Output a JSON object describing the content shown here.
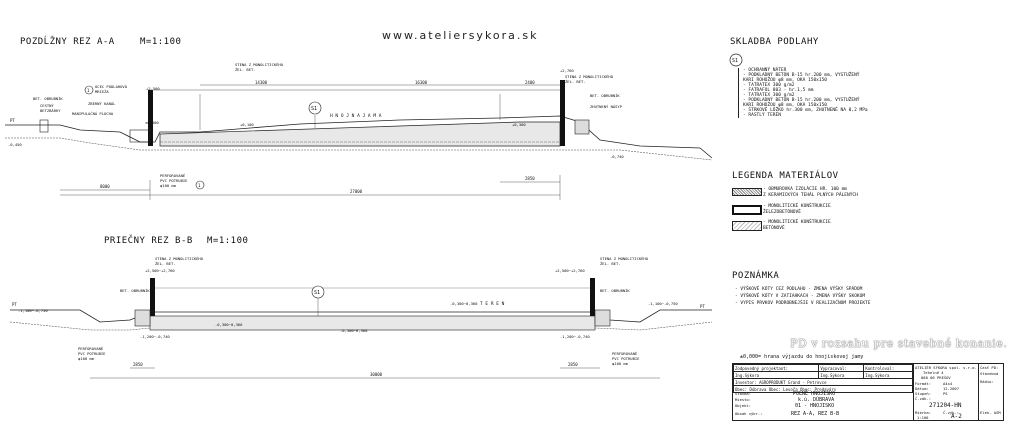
{
  "header": {
    "url": "www.ateliersykora.sk"
  },
  "section_aa": {
    "title": "POZDĹŽNY REZ A-A",
    "scale": "M=1:100",
    "pit_label": "H N O J N A   J A M A",
    "marker": "S1",
    "labels": {
      "wall_note_1": "STENA Z MONOLITICKÉHO",
      "wall_note_2": "ŽEL. BET.",
      "wall_note_r1": "STENA Z MONOLITICKÉHO",
      "wall_note_r2": "ŽEL. BET.",
      "obrubnik": "BET. OBRUBNÍK",
      "cesty": "CESTNÝ",
      "betzbarky": "BETZBÁRKY",
      "ocel_kanal": "OCEĽ PODLAHOVÁ",
      "mriezka": "MRIEŽA",
      "zberny": "ZBERNÝ KANÁL",
      "manip": "MANIPULAČNÁ PLOCHA",
      "perforovane": "PERFOROVANÉ",
      "pvc": "PVC POTRUBIE",
      "phi": "φ100 mm",
      "obrubnik_r": "BET. OBRUBNÍK",
      "zhutneny": "ZHUTNENÝ NÁSYP",
      "dim_total": "27000",
      "dim_top": "14300",
      "dim_mid": "16300",
      "dim_r": "2400",
      "dim_l": "8000",
      "dim_bottom": "2850",
      "lvl_0": "±0,000",
      "lvl_1": "+2,500",
      "lvl_2": "+2,760",
      "lvl_3": "-0,450",
      "lvl_4": "-0,740",
      "lvl_5": "+0,100",
      "lvl_6": "+0,300",
      "circle_1": "1",
      "circle_2": "1",
      "pt": "PT"
    }
  },
  "section_bb": {
    "title": "PRIEČNY REZ B-B",
    "scale": "M=1:100",
    "marker": "S1",
    "teren": "T E R E N",
    "labels": {
      "wall_l1": "STENA Z MONOLITICKÉHO",
      "wall_l2": "ŽEL. BET.",
      "wall_r1": "STENA Z MONOLITICKÉHO",
      "wall_r2": "ŽEL. BET.",
      "obrubnik_l": "BET. OBRUBNÍK",
      "obrubnik_r": "BET. OBRUBNÍK",
      "perf_l": "PERFOROVANÉ",
      "pvc_l": "PVC POTRUBIE",
      "phi_l": "φ100 mm",
      "perf_r": "PERFOROVANÉ",
      "pvc_r": "PVC POTRUBIE",
      "phi_r": "φ100 mm",
      "dim_total": "30000",
      "dim_a": "2850",
      "dim_b": "2850",
      "lvl_l": "+2,500~+2,760",
      "lvl_r": "+2,500~+2,760",
      "lvl_mid": "-0,300~0,360",
      "lvl_mid2": "-0,300~0,360",
      "lvl_mid3": "-0,300~0,360",
      "lvl_low_l": "-1,200~-0,740",
      "lvl_low_r": "-1,200~-0,740",
      "lvl_far_l": "-1,100~-0,750",
      "lvl_far_r": "-1,100~-0,750",
      "pt_l": "PT",
      "pt_r": "PT"
    }
  },
  "skladba": {
    "title": "SKLADBA PODLAHY",
    "marker": "S1",
    "items": [
      "- OCHRANNÝ NÁTER",
      "- PODKLADNÝ BETÓN B-15 hr.200 mm, VYSTUŽENÝ",
      "  KARI ROHOŽOU φ8 mm, OKA 150x150",
      "- TATRATEX 300 g/m2",
      "- FATRAFOL 803 - hr.1,5 mm",
      "- TATRATEX 300 g/m2",
      "- PODKLADNÝ BETÓN B-15 hr.200 mm, VYSTUŽENÝ",
      "  KARI ROHOŽOU φ8 mm, OKA 150x150",
      "- ŠTRKOVÉ LÔŽKO hr.300 mm, ZHUTNENÉ NA 0,2 MPa",
      "- RASTLÝ TERÉN"
    ]
  },
  "legenda": {
    "title": "LEGENDA MATERIÁLOV",
    "items": [
      {
        "line1": "- OBMUROVKA IZOLÁCIE HR. 100 mm",
        "line2": "  Z KERAMICKÝCH TEHÁL PLNÝCH PÁLENÝCH"
      },
      {
        "line1": "- MONOLITICKÉ KONŠTRUKCIE",
        "line2": "  ŽELEZOBETÓNOVÉ"
      },
      {
        "line1": "- MONOLITICKÉ KONŠTRUKCIE",
        "line2": "  BETÓNOVÉ"
      }
    ]
  },
  "poznamka": {
    "title": "POZNÁMKA",
    "items": [
      "- VÝŠKOVÉ KÓTY CEZ PODLAHU - ZMENA VÝŠKY SPÁDOM",
      "- VÝŠKOVÉ KÓTY V ZATIAHKACH - ZMENA VÝŠKY SKOKOM",
      "- VYPIS PRVKOV PODROBNEJŠIE V REALIZAČNOM PROJEKTE"
    ]
  },
  "watermark": "PD v rozsahu pre stavebné konanie.",
  "title_block": {
    "note": "±0,000= hrana výjazdu do hnojiskovej jamy",
    "r1c1": "Zodpovedný projektant:",
    "r1c2": "Vypracoval:",
    "r1c3": "Kontroloval:",
    "r2c1": "Ing.Sýkora",
    "r2c2": "Ing.Sýkora",
    "r2c3": "Ing.Sýkora",
    "investor": "Investor: AGROPRODUKT Grand - Petrovce",
    "obec": "Obec: Dúbrava   Obec: Levoča   Obec: Predavárs",
    "stavba_label": "Stavba:",
    "stavba": "POĽNÉ HNOJISKO",
    "miesto_label": "Miesto:",
    "miesto": "k.ú. DÚBRAVA",
    "objekt_label": "Objekt:",
    "objekt": "01 - HNOJISKO",
    "obsah_label": "Obsah výkr.:",
    "obsah": "REZ A-A, REZ B-B",
    "format_label": "Formát:",
    "format": "A4x4",
    "datum_label": "Dátum:",
    "datum": "12.2007",
    "stupen_label": "Stupeň:",
    "stupen": "PS",
    "czak_label": "Č.zák.:",
    "czak": "271204-HN",
    "mierka_label": "Mierka:",
    "mierka": "1:100",
    "cvyk_label": "Č.výk.:",
    "cvyk": "A-2",
    "cast_label": "Časť PD:",
    "cast": "Stavebná",
    "radio": "Rádio:",
    "elek": "Elek. ASM",
    "company1": "ATELIÉR SÝKORA spol. s.r.o.",
    "company2": "Tehelné 4",
    "company3": "080 06 PREŠOV"
  }
}
